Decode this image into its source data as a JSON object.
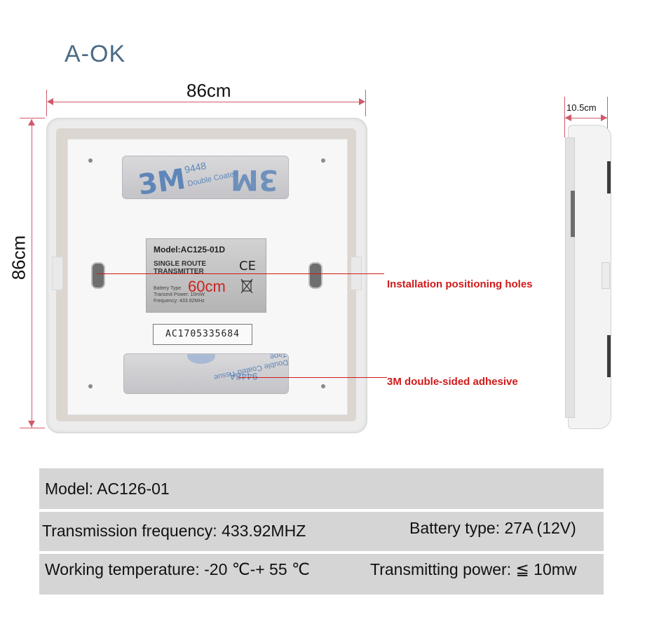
{
  "brand": "A-OK",
  "dimensions": {
    "width_label": "86cm",
    "height_label": "86cm",
    "depth_label": "10.5cm",
    "hole_spacing_label": "60cm"
  },
  "device_label": {
    "model": "Model:AC125-01D",
    "title_line1": "SINGLE ROUTE",
    "title_line2": "TRANSMITTER",
    "battery": "Battery Type",
    "power": "Transmit Power: 10mW",
    "frequency": "Frequency: 433.92MHz",
    "ce_mark": "CE"
  },
  "tape_top": {
    "logo": "3M",
    "code": "9448",
    "text": "Double Coated"
  },
  "tape_bottom": {
    "code": "9448A",
    "text": "Double Coated Tissue Tape"
  },
  "serial": "AC1705335684",
  "callouts": {
    "holes": "Installation positioning holes",
    "adhesive": "3M double-sided adhesive"
  },
  "specs": {
    "model": "Model: AC126-01",
    "frequency": "Transmission frequency: 433.92MHZ",
    "battery": "Battery type: 27A (12V)",
    "temperature": "Working temperature: -20 ℃-+ 55 ℃",
    "power": "Transmitting power: ≦ 10mw"
  },
  "colors": {
    "dimension_line": "#d05a6a",
    "callout_text": "#d01a1a",
    "brand_text": "#4a6a86",
    "spec_background": "#d5d5d5",
    "tape_print": "#5e86b8"
  }
}
